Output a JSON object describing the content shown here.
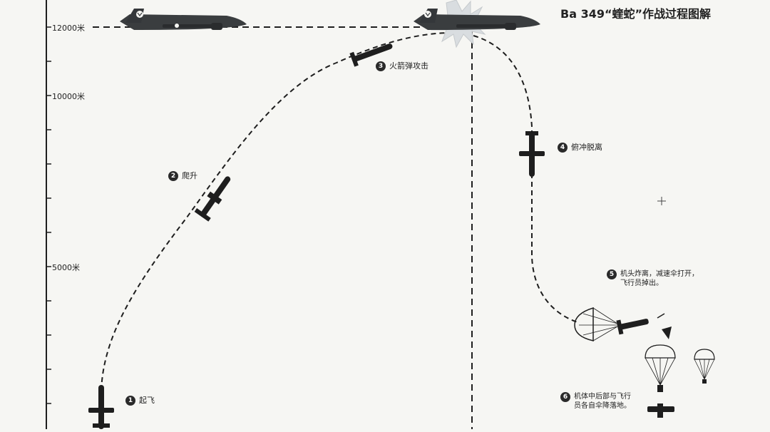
{
  "title": "Ba 349“蝰蛇”作战过程图解",
  "altitudes": [
    {
      "label": "12000米",
      "value": 12000
    },
    {
      "label": "10000米",
      "value": 10000
    },
    {
      "label": "5000米",
      "value": 5000
    }
  ],
  "steps": [
    {
      "number": "1",
      "text": "起飞"
    },
    {
      "number": "2",
      "text": "爬升"
    },
    {
      "number": "3",
      "text": "火箭弹攻击"
    },
    {
      "number": "4",
      "text": "俯冲脱离"
    },
    {
      "number": "5",
      "text": "机头炸离，减速伞打开，\n飞行员掉出。"
    },
    {
      "number": "6",
      "text": "机体中后部与飞行\n员各自伞降落地。"
    }
  ],
  "colors": {
    "ink": "#1e1e1e",
    "aircraft": "#3a3d3f",
    "burst": "#d9dde0",
    "background": "#f6f6f3"
  }
}
